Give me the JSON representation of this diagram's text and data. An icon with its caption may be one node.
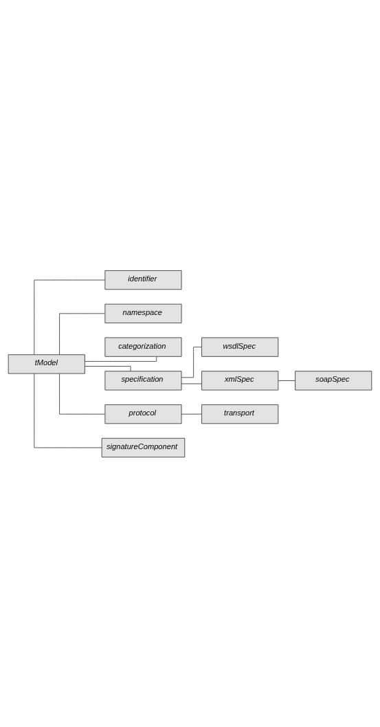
{
  "diagram": {
    "nodes": [
      {
        "text": [
          "tModel"
        ]
      },
      {
        "text": [
          "identifier"
        ]
      },
      {
        "text": [
          "namespace"
        ]
      },
      {
        "text": [
          "categorization"
        ]
      },
      {
        "text": [
          "specification"
        ]
      },
      {
        "text": [
          "wsdlSpec"
        ]
      },
      {
        "text": [
          "xmlSpec"
        ]
      },
      {
        "text": [
          "soapSpec"
        ]
      },
      {
        "text": [
          "protocol"
        ]
      },
      {
        "text": [
          "transport"
        ]
      },
      {
        "text": [
          "signatureComponent"
        ]
      }
    ],
    "edges": [
      {
        "from": 0,
        "to": 1,
        "arrow": "none"
      },
      {
        "from": 0,
        "to": 2,
        "arrow": "none"
      },
      {
        "from": 0,
        "to": 3,
        "arrow": "none"
      },
      {
        "from": 0,
        "to": 4,
        "arrow": "none"
      },
      {
        "from": 4,
        "to": 5,
        "arrow": "none"
      },
      {
        "from": 4,
        "to": 6,
        "arrow": "none"
      },
      {
        "from": 6,
        "to": 7,
        "arrow": "none"
      },
      {
        "from": 0,
        "to": 8,
        "arrow": "none"
      },
      {
        "from": 8,
        "to": 9,
        "arrow": "none"
      },
      {
        "from": 0,
        "to": 10,
        "arrow": "none"
      }
    ]
  }
}
